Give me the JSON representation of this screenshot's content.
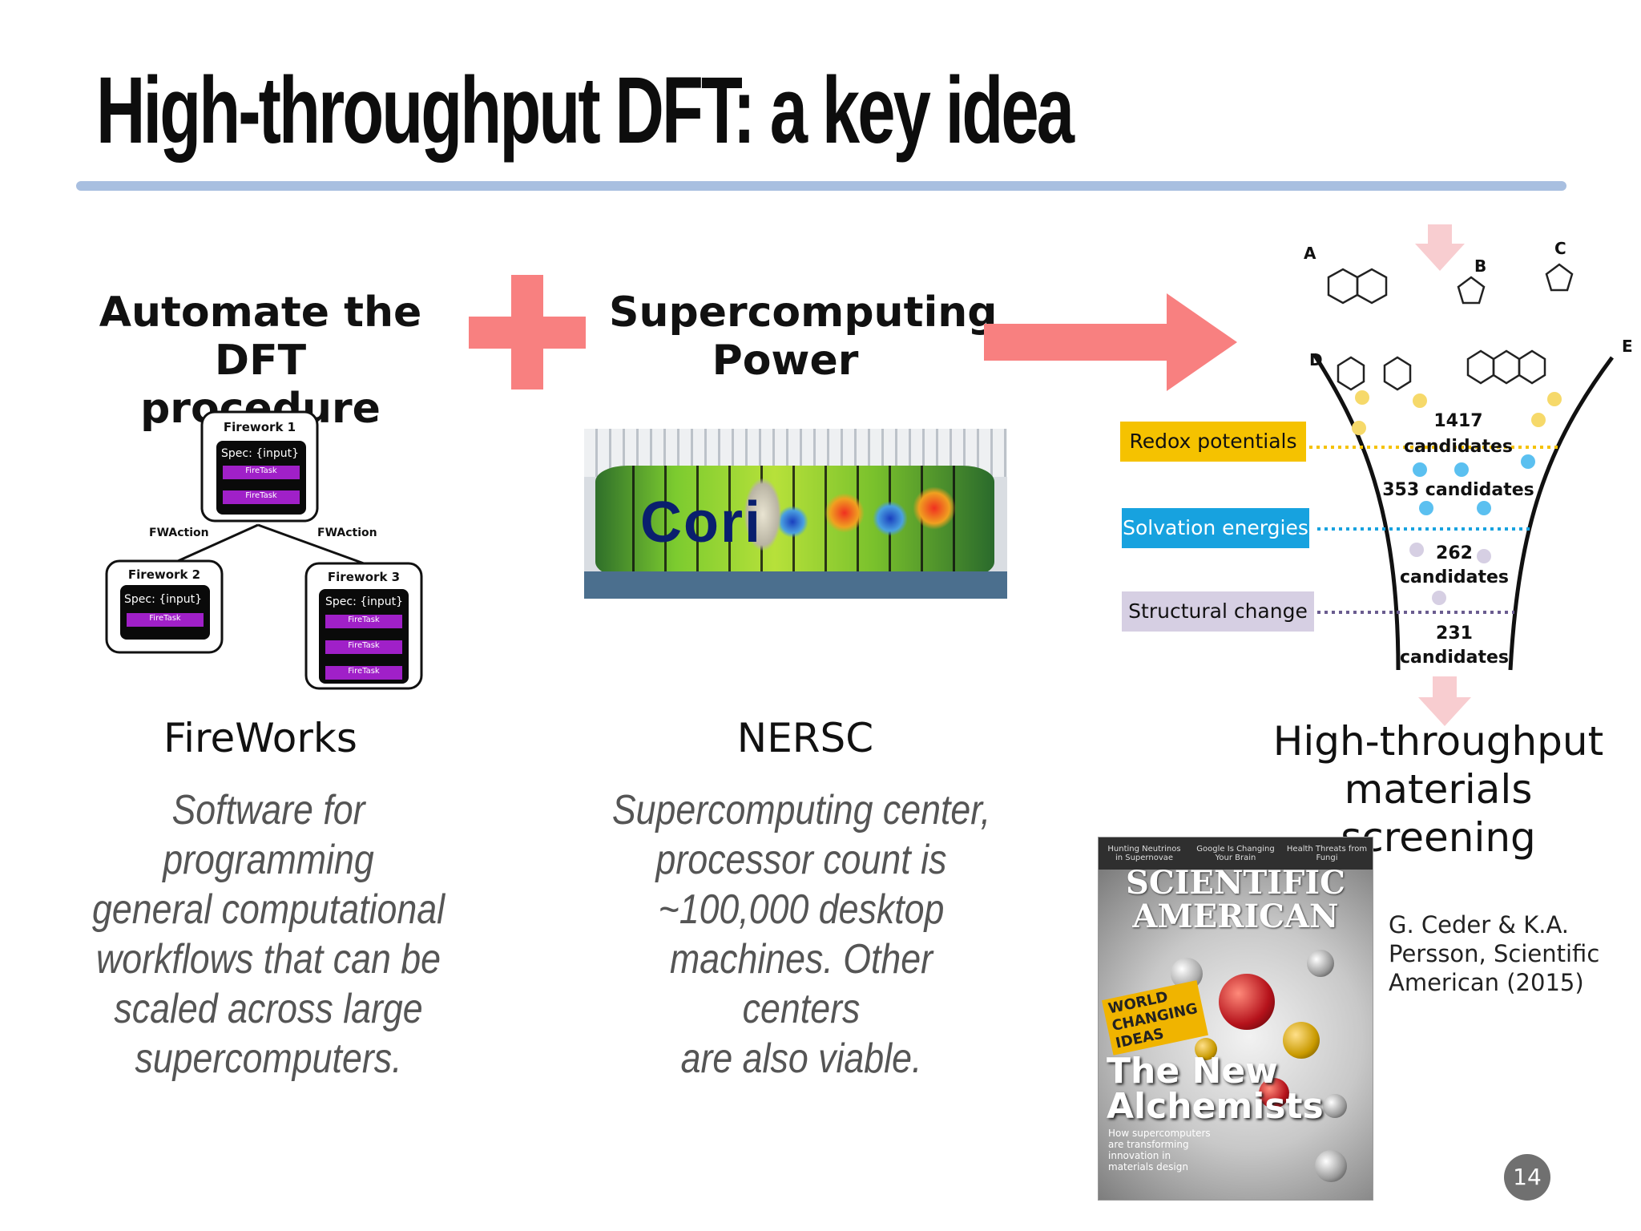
{
  "slide": {
    "title": "High-throughput DFT: a key idea",
    "page_number": "14"
  },
  "left": {
    "heading_line1": "Automate the DFT",
    "heading_line2": "procedure",
    "name": "FireWorks",
    "desc": [
      "Software for programming",
      "general computational",
      "workflows that can be",
      "scaled across large",
      "supercomputers."
    ],
    "workflow": {
      "fw1": {
        "title": "Firework 1",
        "spec": "Spec: {input}",
        "tasks": [
          "FireTask",
          "FireTask"
        ]
      },
      "fw2": {
        "title": "Firework 2",
        "spec": "Spec: {input}",
        "tasks": [
          "FireTask"
        ]
      },
      "fw3": {
        "title": "Firework 3",
        "spec": "Spec: {input}",
        "tasks": [
          "FireTask",
          "FireTask",
          "FireTask"
        ]
      },
      "action_left": "FWAction",
      "action_right": "FWAction"
    }
  },
  "middle": {
    "heading_line1": "Supercomputing",
    "heading_line2": "Power",
    "name": "NERSC",
    "desc": [
      "Supercomputing center,",
      "processor count is",
      "~100,000 desktop",
      "machines. Other centers",
      "are also viable."
    ],
    "photo_text": "Cori"
  },
  "right": {
    "funnel_labels": [
      {
        "text": "Redox potentials",
        "color": "#f5c200"
      },
      {
        "text": "Solvation energies",
        "color": "#17a2df"
      },
      {
        "text": "Structural change",
        "color": "#d6cfe3"
      }
    ],
    "candidates": [
      "1417 candidates",
      "353 candidates",
      "262",
      "candidates",
      "231",
      "candidates"
    ],
    "molecule_labels": [
      "A",
      "B",
      "C",
      "D",
      "E"
    ],
    "heading_line1": "High-throughput",
    "heading_line2": "materials screening",
    "citation": [
      "G. Ceder & K.A.",
      "Persson, Scientific",
      "American (2015)"
    ],
    "magazine": {
      "topbar": [
        "Hunting Neutrinos in Supernovae",
        "Google Is Changing Your Brain",
        "Health Threats from Fungi"
      ],
      "masthead": [
        "SCIENTIFIC",
        "AMERICAN"
      ],
      "tag": [
        "WORLD",
        "CHANGING",
        "IDEAS"
      ],
      "headline": [
        "The New",
        "Alchemists"
      ],
      "blurb": [
        "How supercomputers",
        "are transforming",
        "innovation in",
        "materials design"
      ]
    }
  },
  "colors": {
    "accent_plus_arrow": "#f88080",
    "title_rule": "#a8bfe0",
    "task_purple": "#a020c8"
  }
}
